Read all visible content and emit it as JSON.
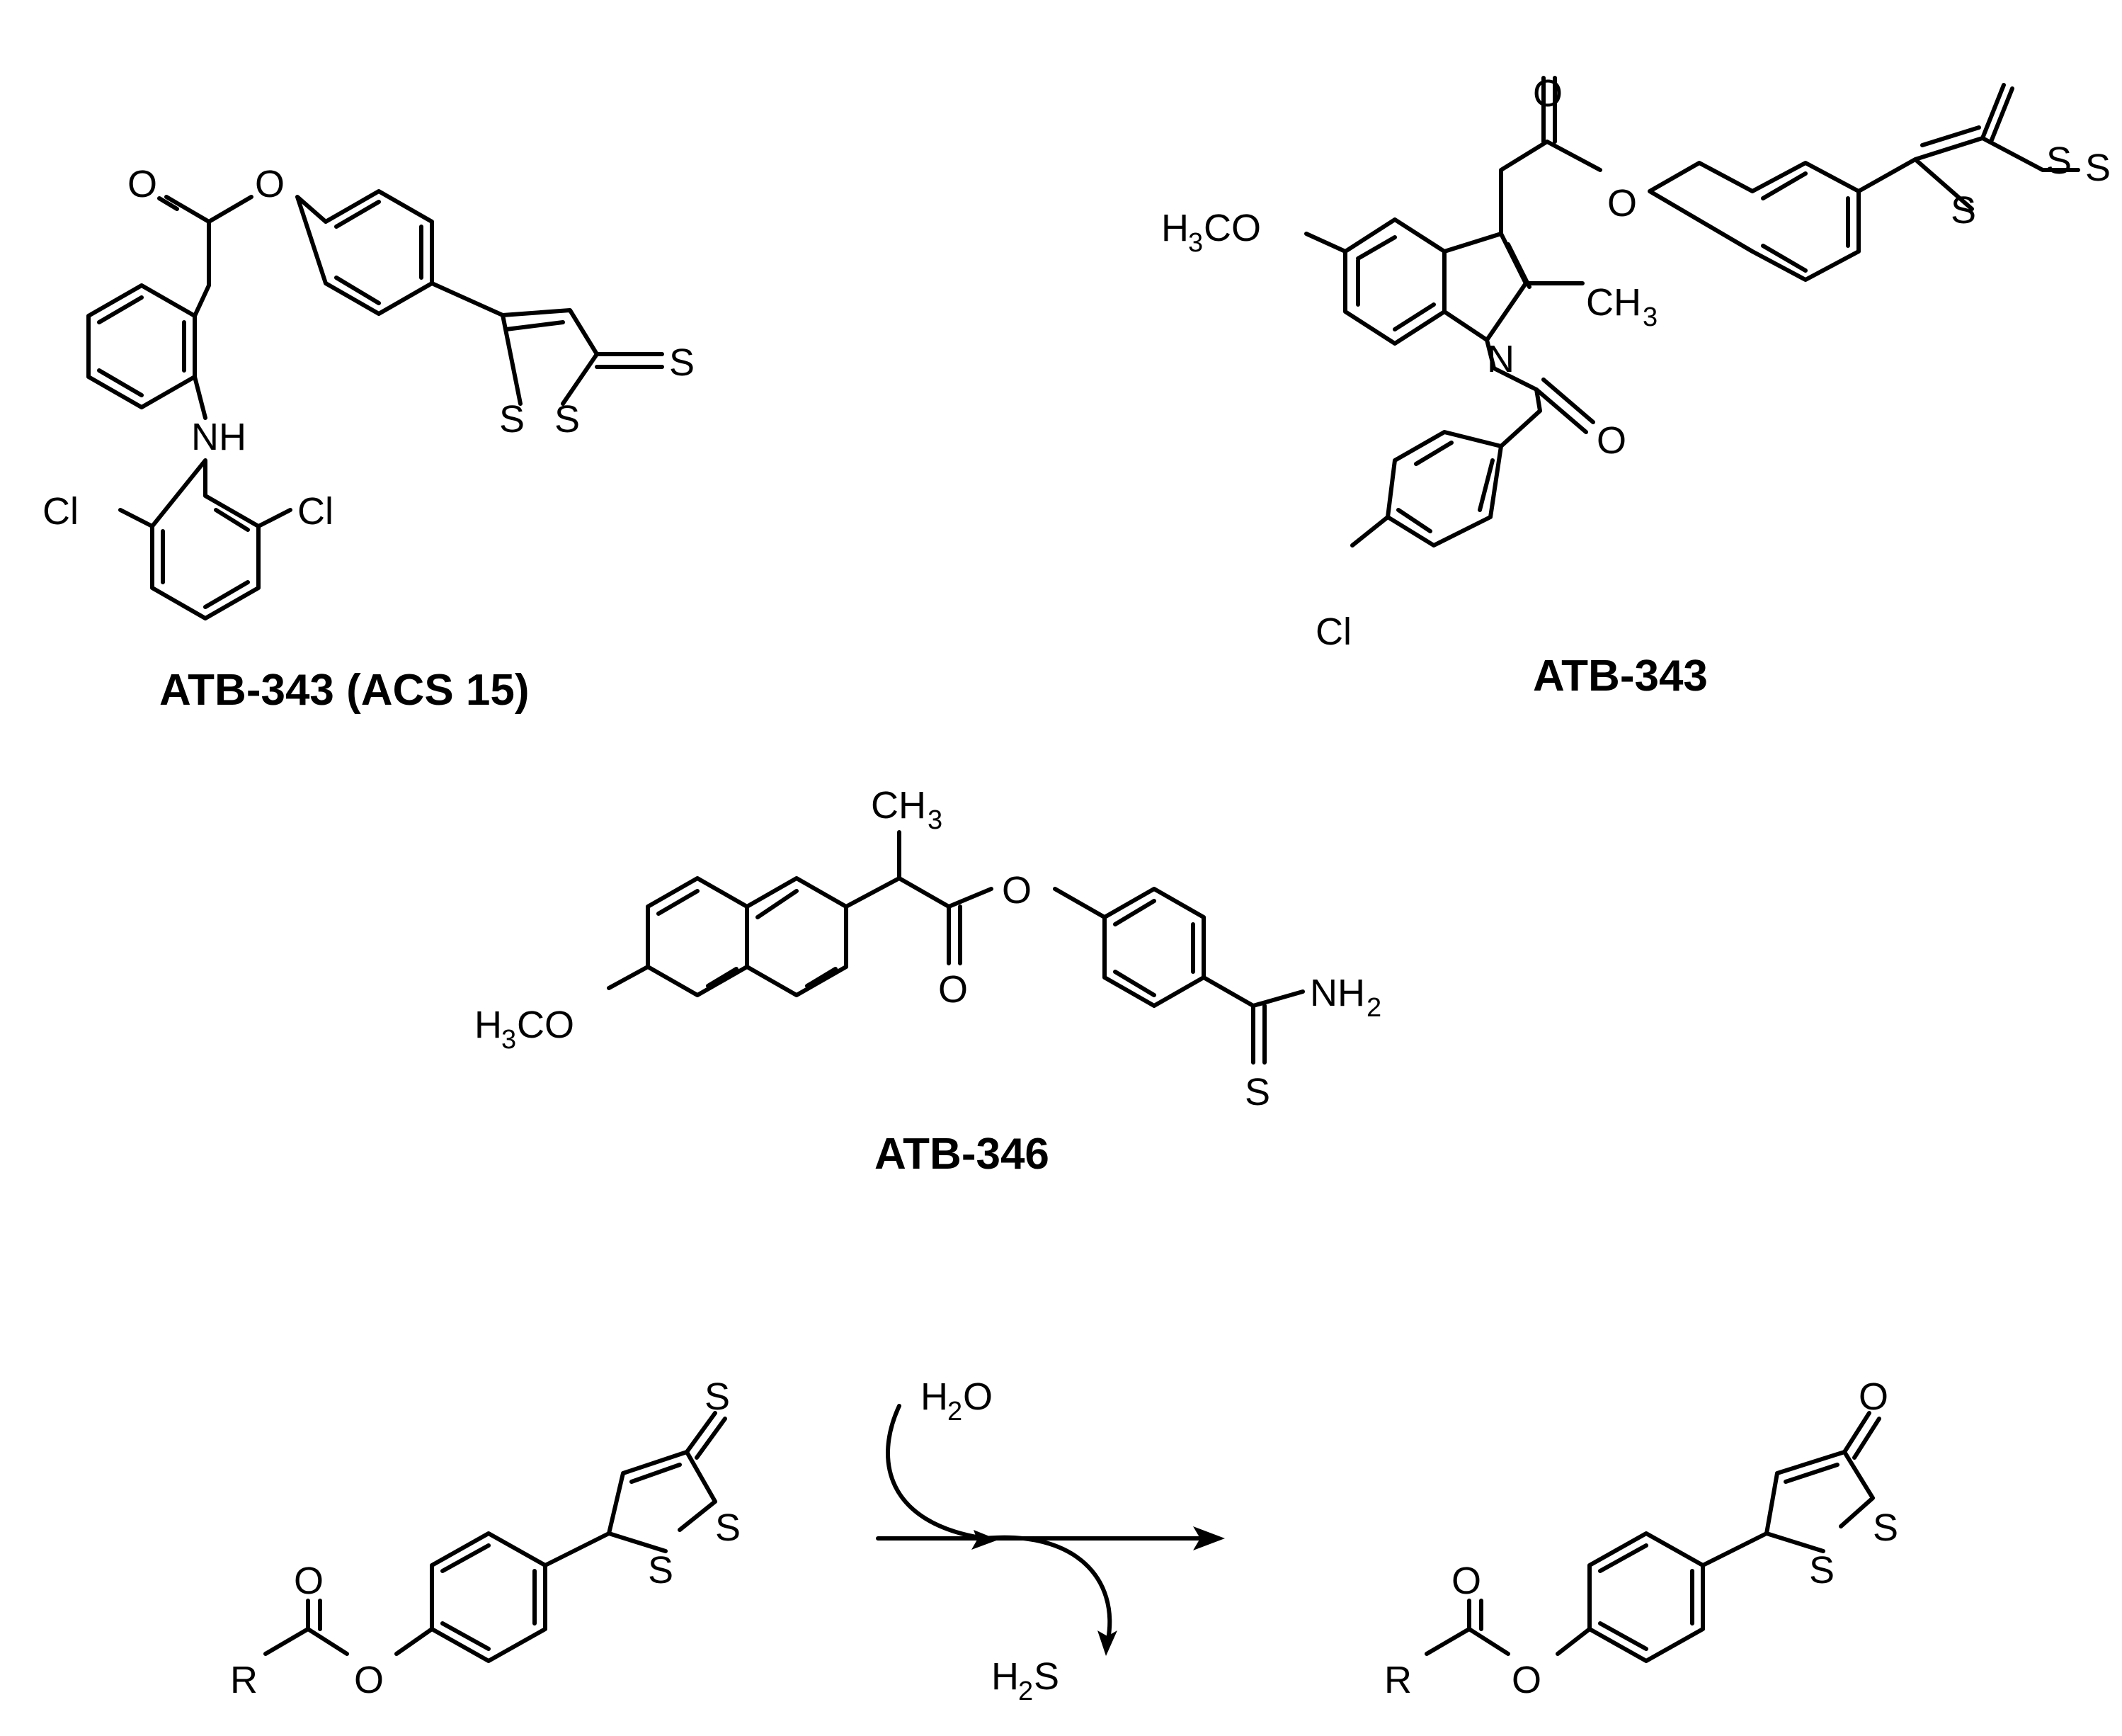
{
  "compounds": [
    {
      "caption": "ATB-343 (ACS 15)",
      "atoms": {
        "o_carbonyl": "O",
        "o_ester": "O",
        "nh": "NH",
        "cl_left": "Cl",
        "cl_right": "Cl",
        "s_thione": "S",
        "s_ring1": "S",
        "s_ring2": "S"
      }
    },
    {
      "caption": "ATB-343",
      "atoms": {
        "methoxy_h": "H",
        "methoxy_h_sub": "3",
        "methoxy_rest": "CO",
        "o_carbonyl": "O",
        "o_ester": "O",
        "methyl_c": "CH",
        "methyl_sub": "3",
        "n": "N",
        "o_amide": "O",
        "cl": "Cl",
        "s_thione": "S",
        "s_ring1": "S",
        "s_ring2": "S"
      }
    },
    {
      "caption": "ATB-346",
      "atoms": {
        "methyl_c": "CH",
        "methyl_sub": "3",
        "o_ester": "O",
        "o_carbonyl": "O",
        "methoxy_h": "H",
        "methoxy_h_sub": "3",
        "methoxy_rest": "CO",
        "nh2": "NH",
        "nh2_sub": "2",
        "s_thio": "S"
      }
    }
  ],
  "reaction": {
    "reactant": {
      "r": "R",
      "o_carbonyl": "O",
      "o_ester": "O",
      "s_thione": "S",
      "s_ring1": "S",
      "s_ring2": "S"
    },
    "reagent": {
      "h": "H",
      "h_sub": "2",
      "o": "O"
    },
    "byproduct": {
      "h": "H",
      "h_sub": "2",
      "s": "S"
    },
    "product": {
      "r": "R",
      "o_carbonyl": "O",
      "o_ester": "O",
      "o_ketone": "O",
      "s_ring1": "S",
      "s_ring2": "S"
    }
  }
}
